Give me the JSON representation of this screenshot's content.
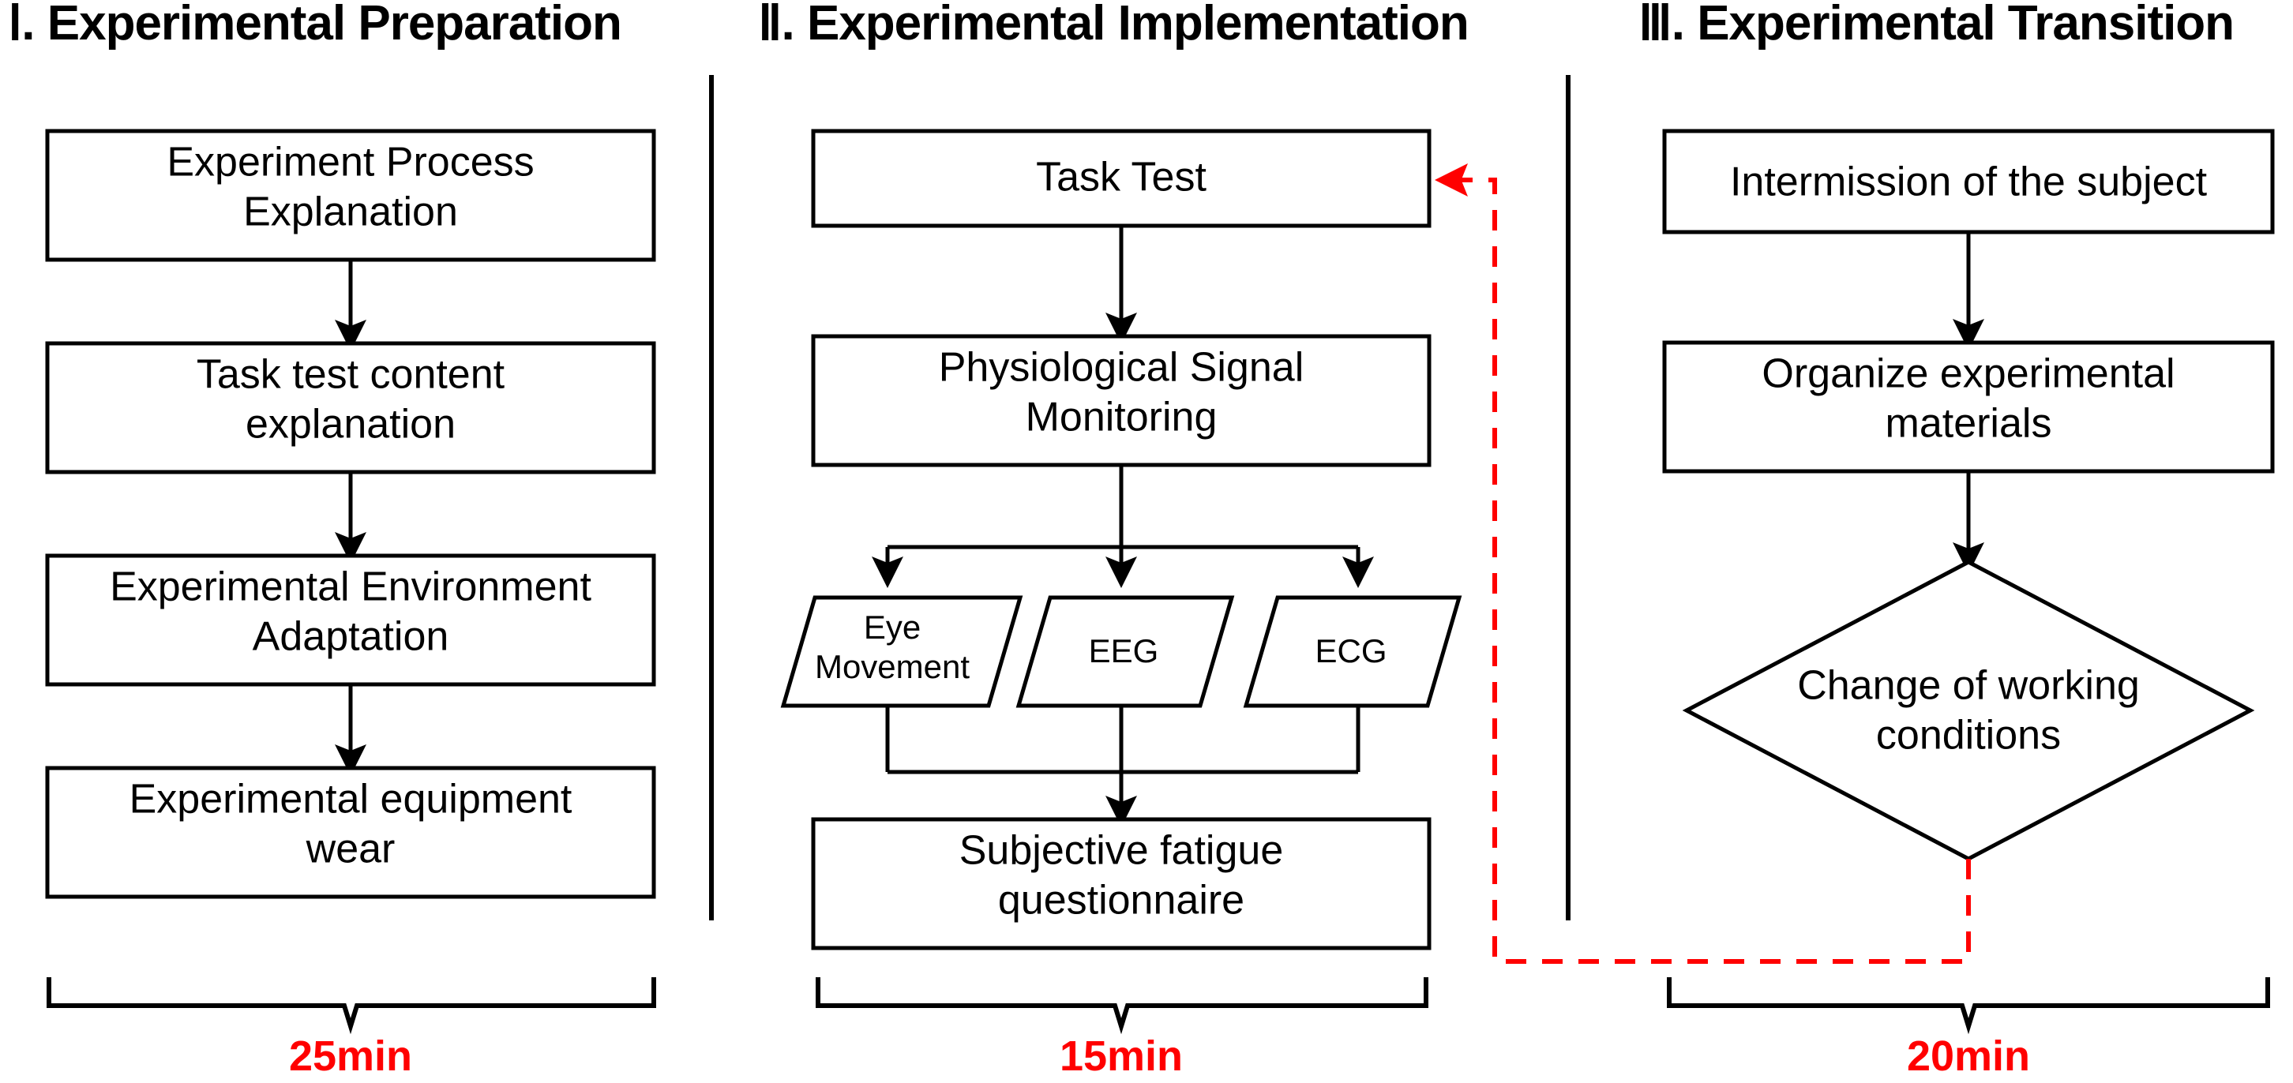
{
  "diagram": {
    "title_stage_1": "Ⅰ. Experimental Preparation",
    "title_stage_2": "Ⅱ. Experimental Implementation",
    "title_stage_3": "Ⅲ. Experimental Transition",
    "accent_color": "#ff0000",
    "line_color": "#000000",
    "background_color": "#ffffff"
  },
  "stage1": {
    "label": "Ⅰ. Experimental Preparation",
    "duration": "25min",
    "nodes": [
      {
        "id": "exp-process-explanation",
        "shape": "rect",
        "line1": "Experiment Process",
        "line2": "Explanation"
      },
      {
        "id": "task-test-content-explanation",
        "shape": "rect",
        "line1": "Task test content",
        "line2": "explanation"
      },
      {
        "id": "experimental-environment-adaptation",
        "shape": "rect",
        "line1": "Experimental Environment",
        "line2": "Adaptation"
      },
      {
        "id": "experimental-equipment-wear",
        "shape": "rect",
        "line1": "Experimental equipment",
        "line2": "wear"
      }
    ]
  },
  "stage2": {
    "label": "Ⅱ. Experimental Implementation",
    "duration": "15min",
    "nodes": [
      {
        "id": "task-test",
        "shape": "rect",
        "line1": "Task Test",
        "line2": ""
      },
      {
        "id": "physiological-signal-monitoring",
        "shape": "rect",
        "line1": "Physiological Signal",
        "line2": "Monitoring"
      },
      {
        "id": "eye-movement",
        "shape": "parallelogram",
        "line1": "Eye",
        "line2": "Movement"
      },
      {
        "id": "eeg",
        "shape": "parallelogram",
        "line1": "EEG",
        "line2": ""
      },
      {
        "id": "ecg",
        "shape": "parallelogram",
        "line1": "ECG",
        "line2": ""
      },
      {
        "id": "subjective-fatigue-questionnaire",
        "shape": "rect",
        "line1": "Subjective fatigue",
        "line2": "questionnaire"
      }
    ]
  },
  "stage3": {
    "label": "Ⅲ. Experimental Transition",
    "duration": "20min",
    "nodes": [
      {
        "id": "intermission-of-the-subject",
        "shape": "rect",
        "line1": "Intermission of the subject",
        "line2": ""
      },
      {
        "id": "organize-experimental-materials",
        "shape": "rect",
        "line1": "Organize experimental",
        "line2": "materials"
      },
      {
        "id": "change-of-working-conditions",
        "shape": "diamond",
        "line1": "Change of working",
        "line2": "conditions"
      }
    ]
  },
  "feedback_loop": {
    "from": "change-of-working-conditions",
    "to": "task-test",
    "style": "dashed",
    "color": "#ff0000"
  }
}
